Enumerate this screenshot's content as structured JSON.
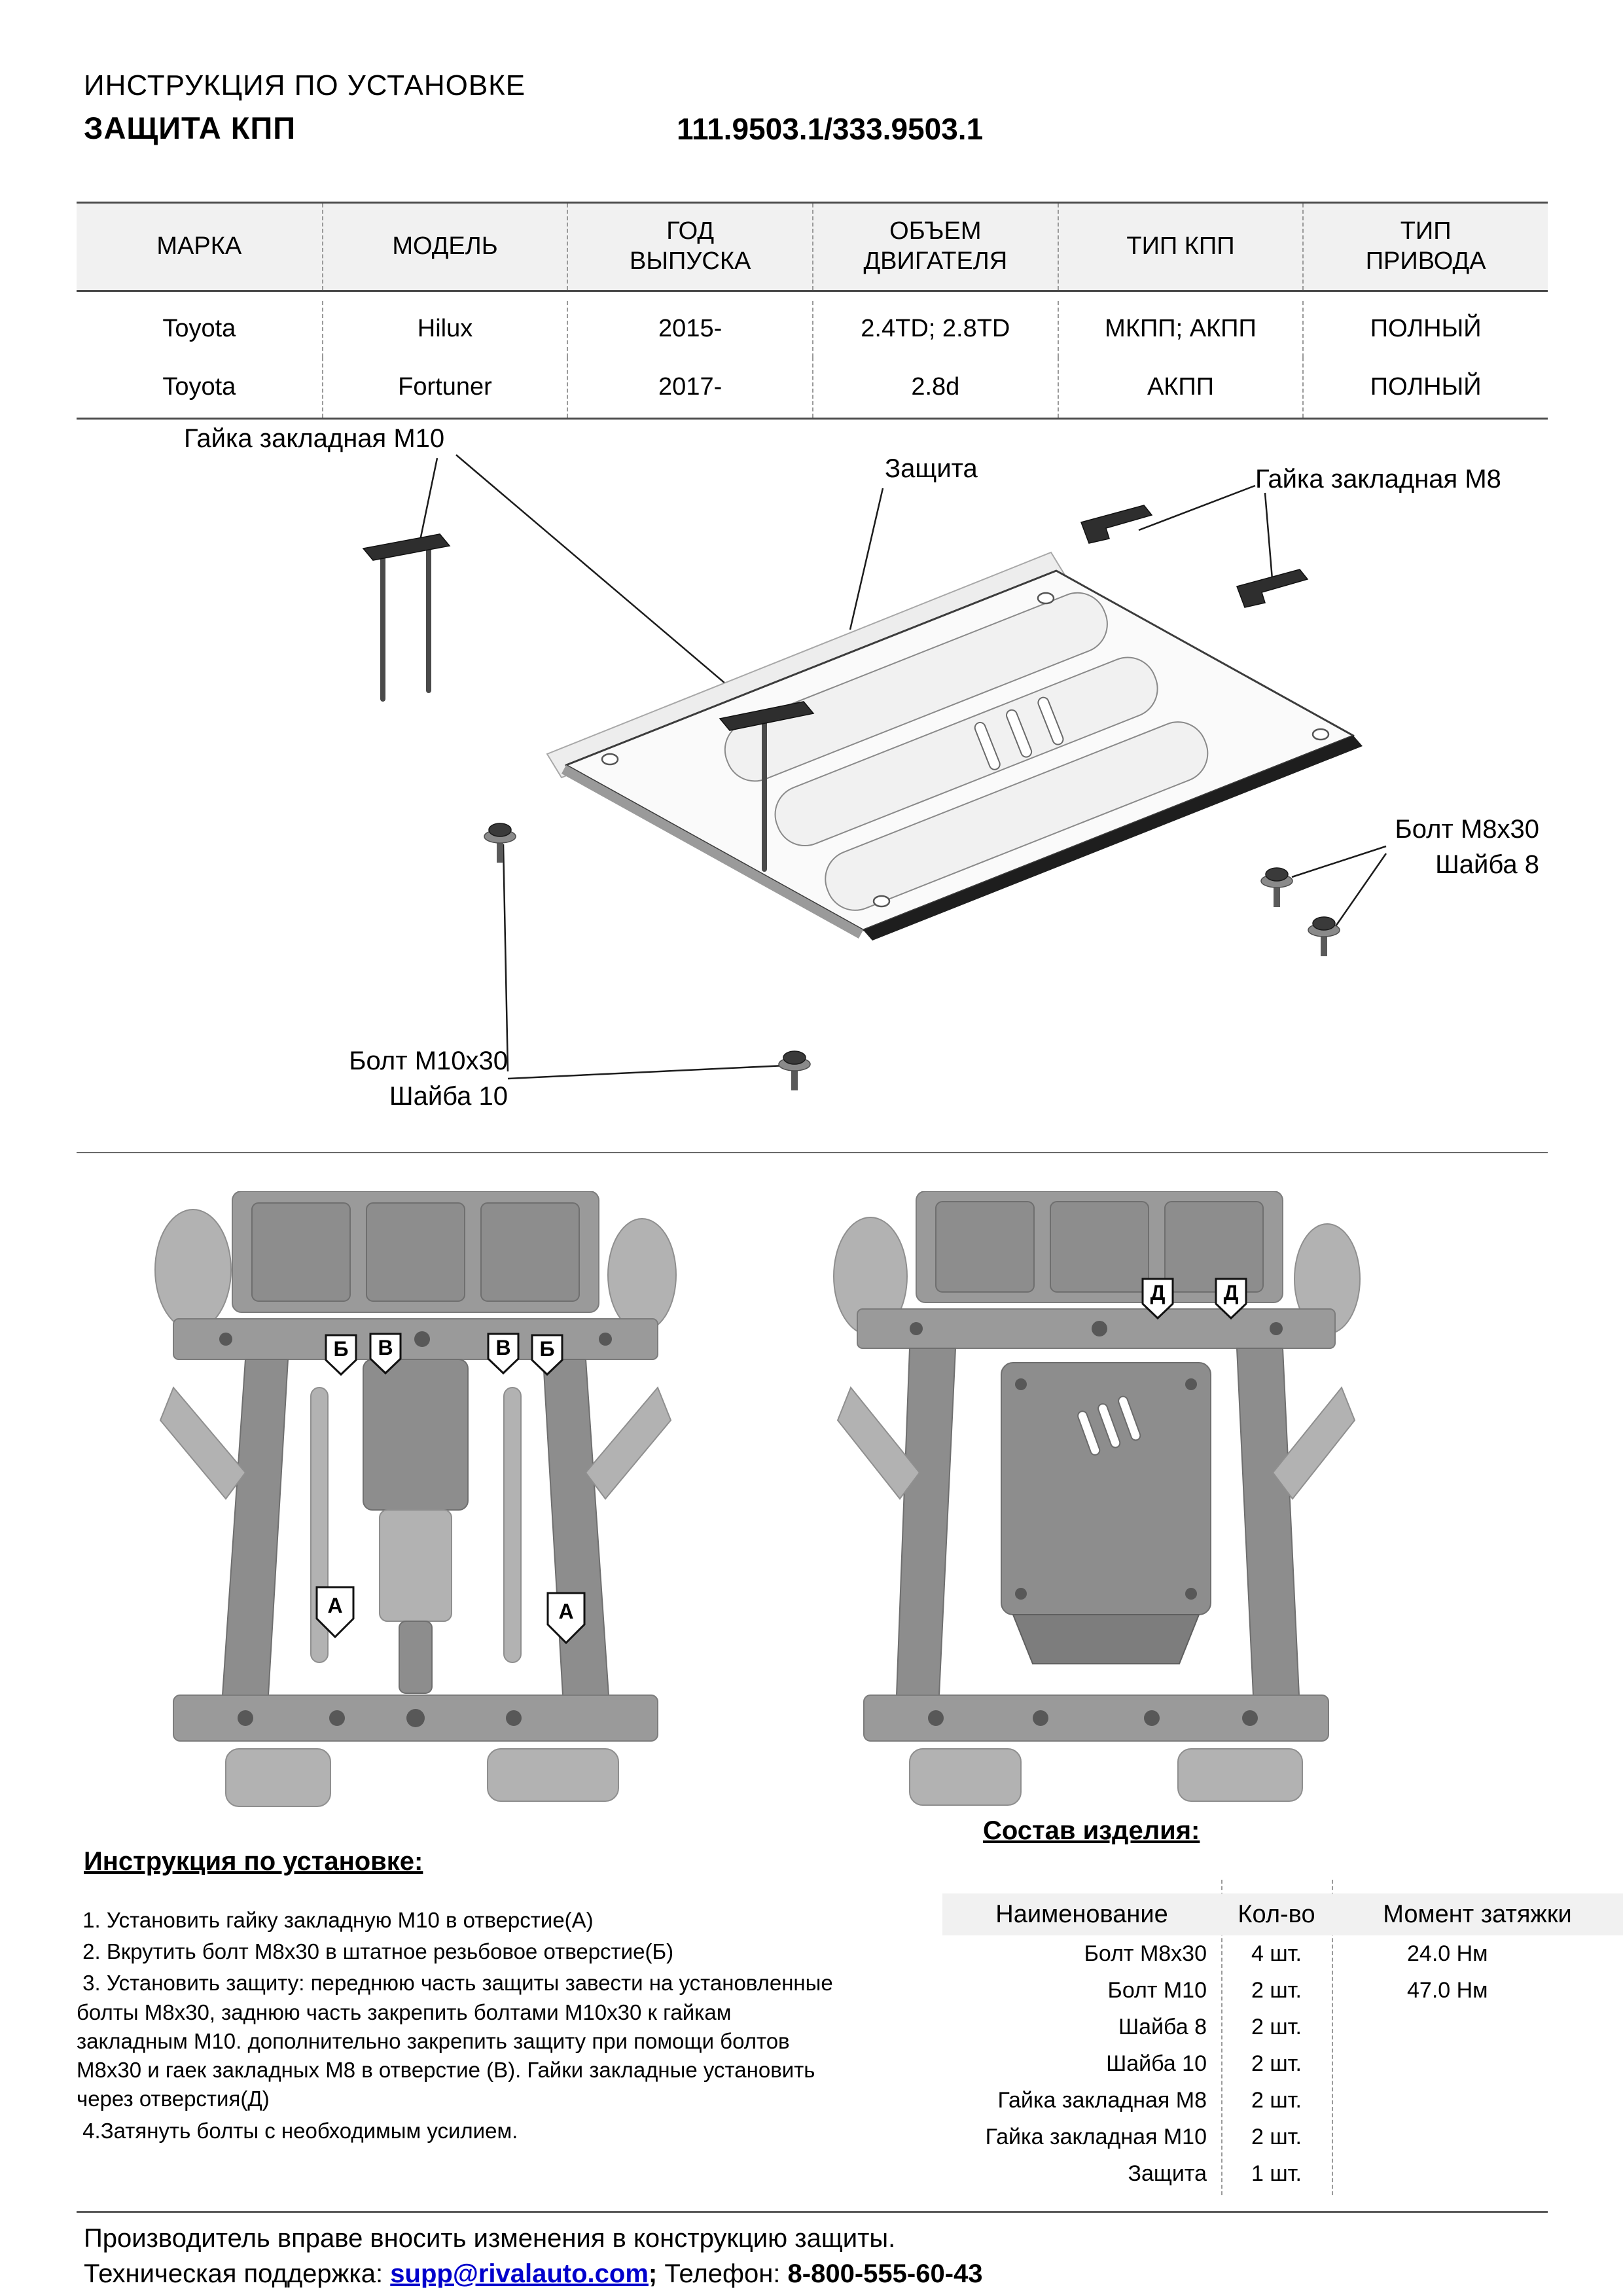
{
  "header": {
    "line1": "ИНСТРУКЦИЯ ПО УСТАНОВКЕ",
    "line2": "ЗАЩИТА КПП",
    "part_numbers": "111.9503.1/333.9503.1"
  },
  "vehicle_table": {
    "headers": [
      "МАРКА",
      "МОДЕЛЬ",
      "ГОД\nВЫПУСКА",
      "ОБЪЕМ\nДВИГАТЕЛЯ",
      "ТИП КПП",
      "ТИП\nПРИВОДА"
    ],
    "rows": [
      [
        "Toyota",
        "Hilux",
        "2015-",
        "2.4TD; 2.8TD",
        "МКПП; АКПП",
        "ПОЛНЫЙ"
      ],
      [
        "Toyota",
        "Fortuner",
        "2017-",
        "2.8d",
        "АКПП",
        "ПОЛНЫЙ"
      ]
    ]
  },
  "diagram": {
    "labels": {
      "nut_m10": "Гайка закладная М10",
      "shield": "Защита",
      "nut_m8": "Гайка закладная М8",
      "bolt_m8": "Болт М8х30",
      "washer_8": "Шайба 8",
      "bolt_m10": "Болт М10х30",
      "washer_10": "Шайба 10"
    }
  },
  "photos": {
    "left_markers": [
      "Б",
      "В",
      "В",
      "Б",
      "А",
      "А"
    ],
    "right_markers": [
      "Д",
      "Д"
    ]
  },
  "instructions": {
    "title": "Инструкция по установке:",
    "steps": [
      " 1. Установить гайку закладную М10 в отверстие(А)",
      " 2. Вкрутить болт М8х30 в штатное резьбовое отверстие(Б)",
      " 3. Установить защиту: переднюю часть защиты завести на установленные болты М8х30, заднюю часть закрепить болтами М10х30 к гайкам закладным М10. дополнительно закрепить защиту при помощи болтов М8х30 и гаек закладных М8 в отверстие (В). Гайки закладные установить через отверстия(Д)",
      " 4.Затянуть болты с необходимым усилием."
    ]
  },
  "parts": {
    "title": "Состав изделия:",
    "headers": [
      "Наименование",
      "Кол-во",
      "Момент затяжки"
    ],
    "rows": [
      {
        "name": "Болт М8х30",
        "qty": "4 шт.",
        "torque": "24.0 Нм"
      },
      {
        "name": "Болт М10",
        "qty": "2 шт.",
        "torque": "47.0 Нм"
      },
      {
        "name": "Шайба 8",
        "qty": "2 шт.",
        "torque": ""
      },
      {
        "name": "Шайба 10",
        "qty": "2 шт.",
        "torque": ""
      },
      {
        "name": "Гайка закладная М8",
        "qty": "2 шт.",
        "torque": ""
      },
      {
        "name": "Гайка закладная М10",
        "qty": "2 шт.",
        "torque": ""
      },
      {
        "name": "Защита",
        "qty": "1 шт.",
        "torque": ""
      }
    ]
  },
  "footer": {
    "line1": "Производитель вправе вносить изменения в конструкцию защиты.",
    "support_label": "Техническая поддержка: ",
    "email": "supp@rivalauto.com",
    "separator": ";",
    "phone_label": " Телефон: ",
    "phone": "8-800-555-60-43"
  },
  "colors": {
    "link_blue": "#0000cc",
    "table_header_bg": "#f1f1f1",
    "line_gray": "#4a4a4a"
  }
}
